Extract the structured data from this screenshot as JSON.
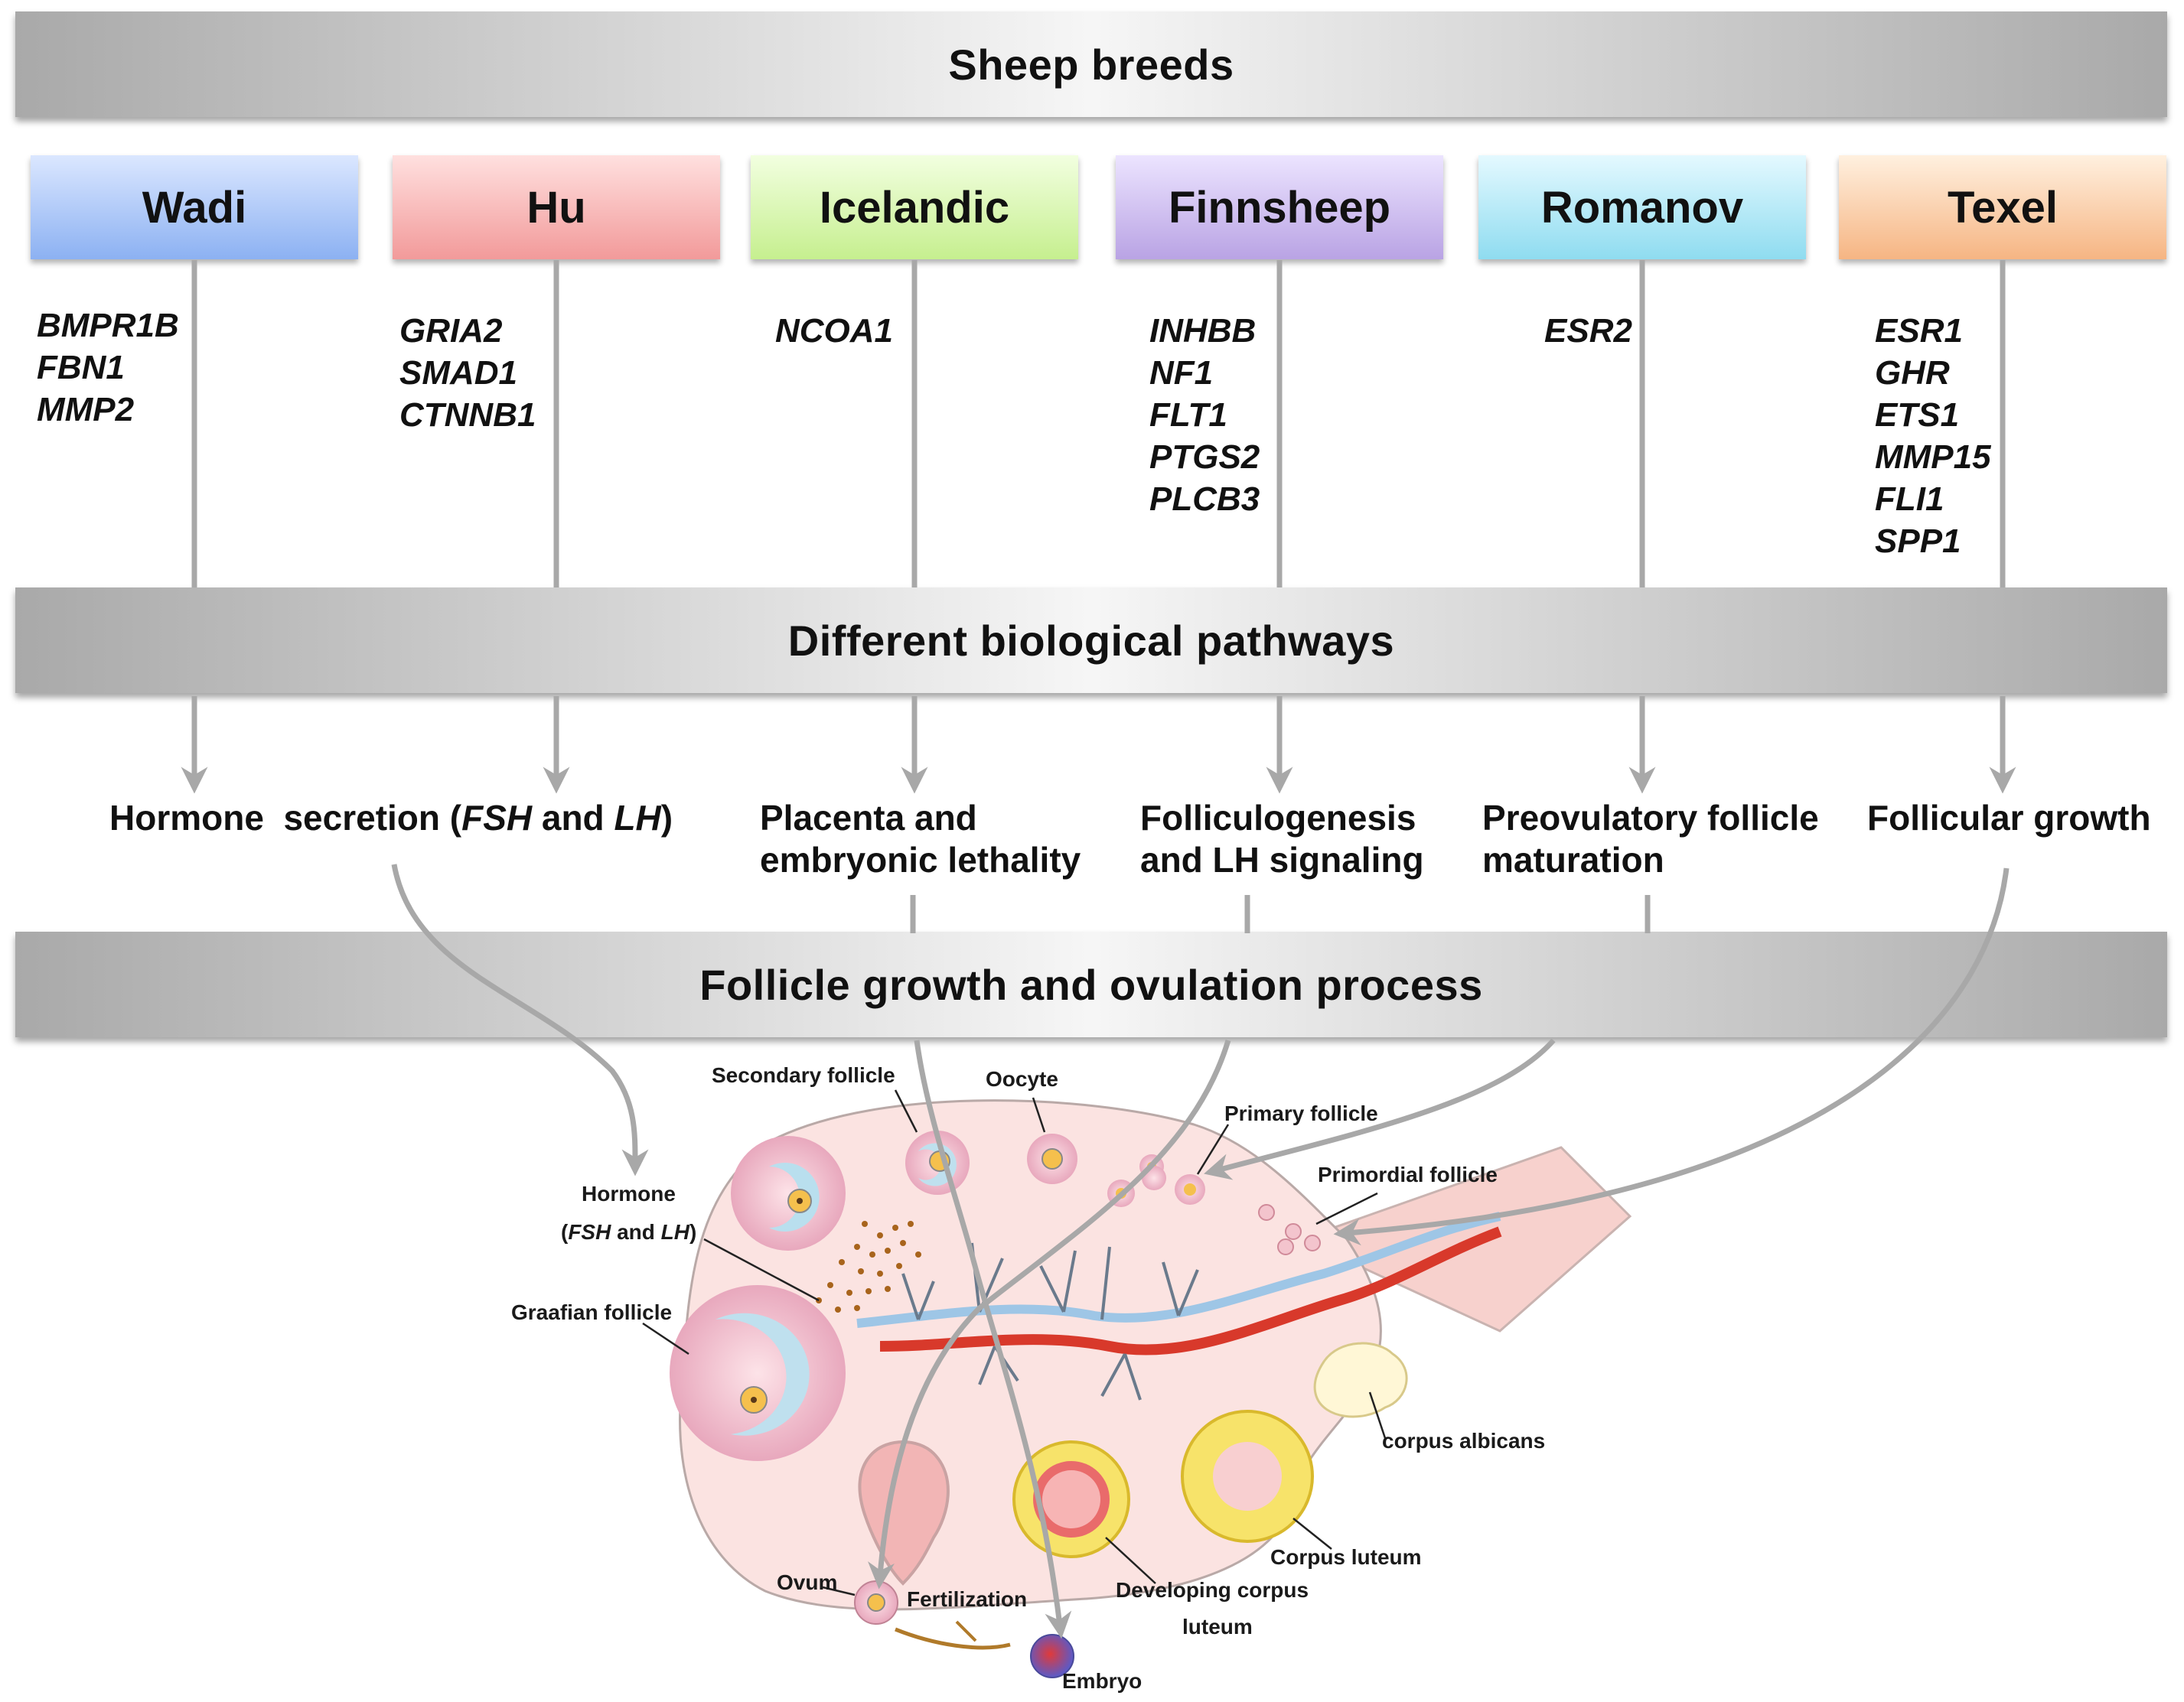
{
  "title": "Sheep breeds",
  "breeds": [
    {
      "name": "Wadi",
      "color_top": "#dbe7ff",
      "color_bottom": "#8cb1f2",
      "genes": [
        "BMPR1B",
        "FBN1",
        "MMP2"
      ]
    },
    {
      "name": "Hu",
      "color_top": "#ffe0df",
      "color_bottom": "#f29a9a",
      "genes": [
        "GRIA2",
        "SMAD1",
        "CTNNB1"
      ]
    },
    {
      "name": "Icelandic",
      "color_top": "#f2ffe0",
      "color_bottom": "#c6ef8f",
      "genes": [
        "NCOA1"
      ]
    },
    {
      "name": "Finnsheep",
      "color_top": "#ece4ff",
      "color_bottom": "#b9a3e4",
      "genes": [
        "INHBB",
        "NF1",
        "FLT1",
        "PTGS2",
        "PLCB3"
      ]
    },
    {
      "name": "Romanov",
      "color_top": "#e4f9ff",
      "color_bottom": "#8fdcf0",
      "genes": [
        "ESR2"
      ]
    },
    {
      "name": "Texel",
      "color_top": "#fff0df",
      "color_bottom": "#f6b583",
      "genes": [
        "ESR1",
        "GHR",
        "ETS1",
        "MMP15",
        "FLI1",
        "SPP1"
      ]
    }
  ],
  "middle_banner": "Different biological pathways",
  "pathways": {
    "hormone": {
      "a": "Hormone  secretion (",
      "b": "FSH",
      "c": " and ",
      "d": "LH",
      "e": ")"
    },
    "placenta": [
      "Placenta and",
      "embryonic lethality"
    ],
    "folliculogenesis": [
      "Folliculogenesis",
      "and LH signaling"
    ],
    "preovulatory": [
      "Preovulatory follicle",
      "maturation"
    ],
    "follicular": [
      "Follicular growth"
    ]
  },
  "bottom_banner": "Follicle growth and ovulation process",
  "ovary_labels": {
    "secondary_follicle": "Secondary follicle",
    "oocyte": "Oocyte",
    "primary_follicle": "Primary follicle",
    "primordial_follicle": "Primordial follicle",
    "hormone_line1": "Hormone",
    "hormone_a": "(",
    "hormone_b": "FSH",
    "hormone_c": " and ",
    "hormone_d": "LH",
    "hormone_e": ")",
    "graafian_follicle": "Graafian follicle",
    "corpus_albicans": "corpus albicans",
    "corpus_luteum": "Corpus luteum",
    "ovum": "Ovum",
    "fertilization": "Fertilization",
    "developing_line1": "Developing corpus",
    "developing_line2": "luteum",
    "embryo": "Embryo"
  },
  "colors": {
    "arrow": "#a8a8a8",
    "ovary_fill": "#fbe3e1",
    "artery": "#d8392b",
    "vein": "#9ec6e6",
    "luteum": "#f7e36a"
  }
}
